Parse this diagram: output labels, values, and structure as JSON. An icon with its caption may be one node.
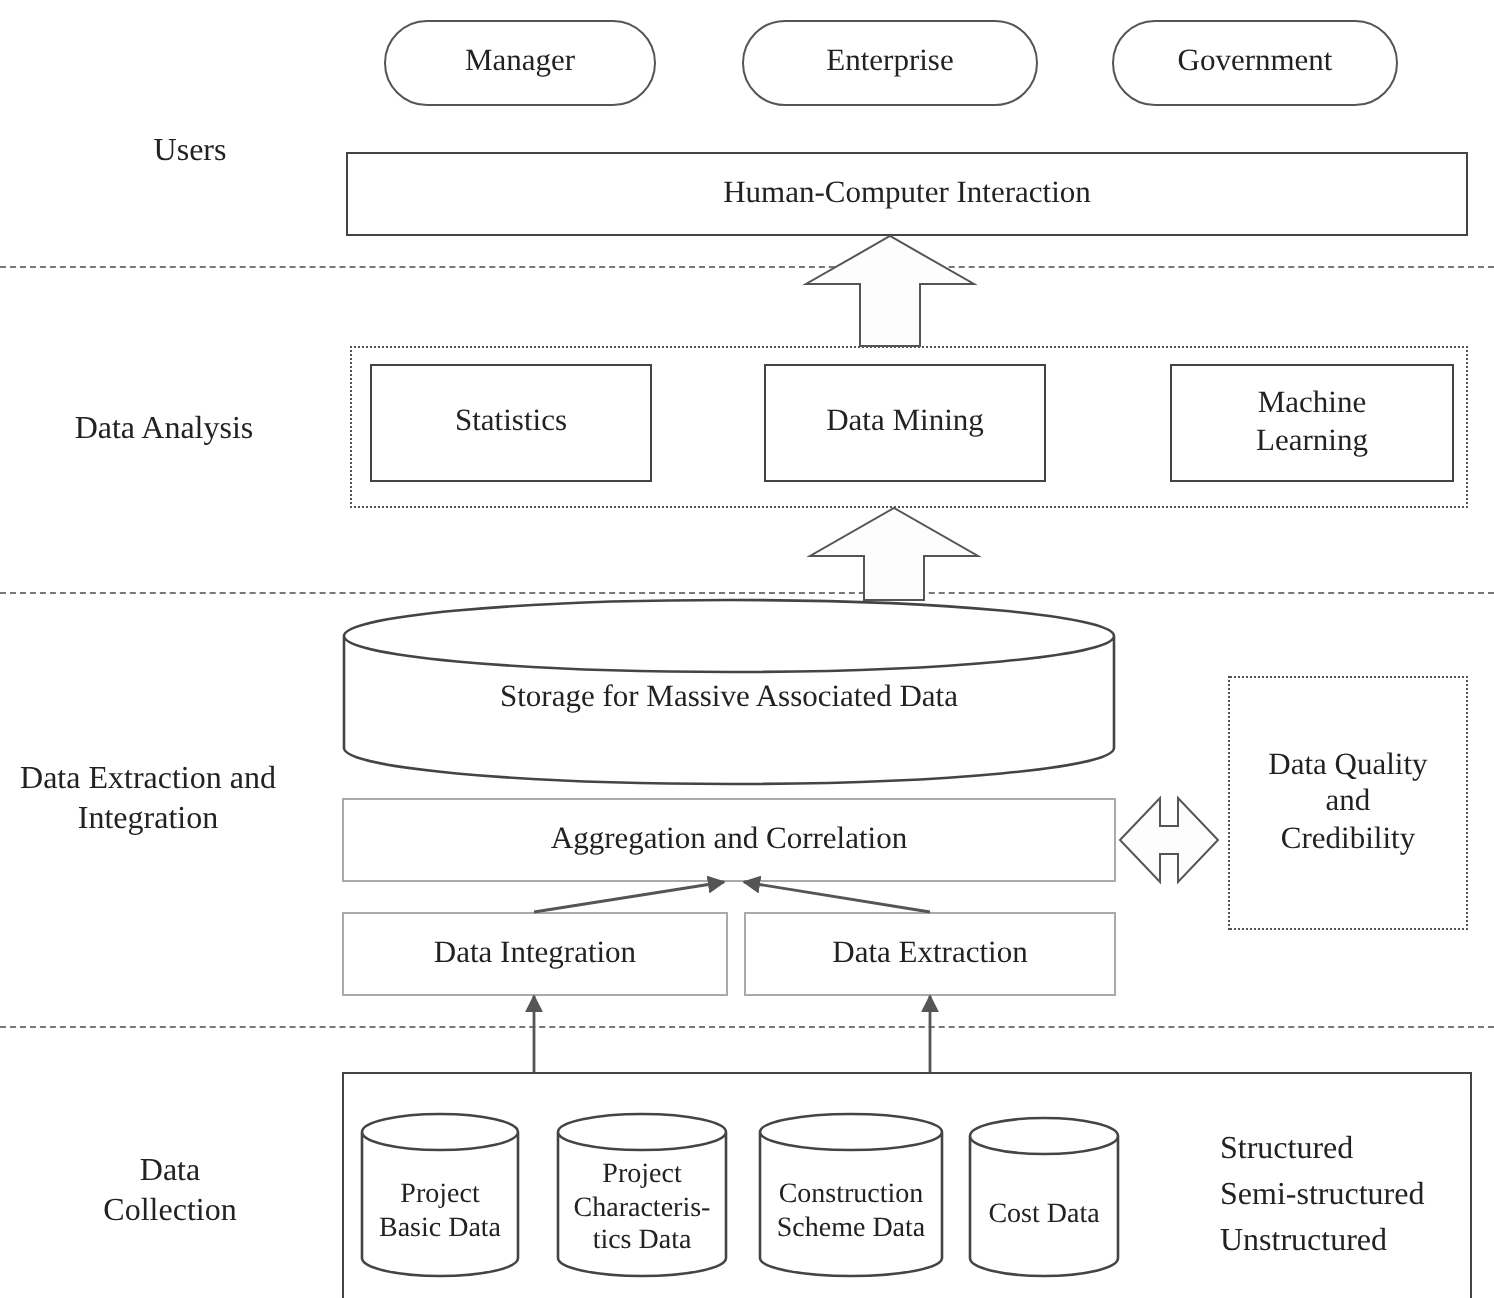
{
  "diagram": {
    "nodes": [
      {
        "text": [
          "Manager"
        ]
      },
      {
        "text": [
          "Enterprise"
        ]
      },
      {
        "text": [
          "Government"
        ]
      },
      {
        "text": [
          "Human-Computer Interaction"
        ]
      },
      {
        "text": [],
        "shape": "box"
      },
      {
        "text": [
          "Statistics"
        ],
        "in": 4
      },
      {
        "text": [
          "Data Mining"
        ],
        "in": 4
      },
      {
        "text": [
          "Machine Learning"
        ],
        "in": 4
      },
      {
        "text": [
          "Storage for Massive Associated Data"
        ]
      },
      {
        "text": [
          "Aggregation and Correlation"
        ]
      },
      {
        "text": [
          "Data Integration"
        ]
      },
      {
        "text": [
          "Data Extraction"
        ]
      },
      {
        "text": [
          "Data Quality and Credibility"
        ]
      },
      {
        "text": [],
        "shape": "box"
      },
      {
        "text": [
          "Project Basic Data"
        ],
        "in": 13
      },
      {
        "text": [
          "Project Characteris-tics Data"
        ],
        "in": 13
      },
      {
        "text": [
          "Construction Scheme Data"
        ],
        "in": 13
      },
      {
        "text": [
          "Cost Data"
        ],
        "in": 13
      }
    ],
    "edges": [
      {
        "from": 4,
        "to": 3,
        "arrow": "to",
        "style": "thick"
      },
      {
        "from": 8,
        "to": 4,
        "arrow": "to",
        "style": "thick"
      },
      {
        "from": 9,
        "to": 12,
        "arrow": "both",
        "style": "thick"
      },
      {
        "from": 10,
        "to": 9,
        "arrow": "to"
      },
      {
        "from": 11,
        "to": 9,
        "arrow": "to"
      },
      {
        "from": 13,
        "to": 10,
        "arrow": "to"
      },
      {
        "from": 13,
        "to": 11,
        "arrow": "to"
      }
    ],
    "labels": [
      "Users",
      "Data Analysis",
      "Data Extraction and Integration",
      "Data Collection",
      "Structured",
      "Semi-structured",
      "Unstructured"
    ]
  }
}
